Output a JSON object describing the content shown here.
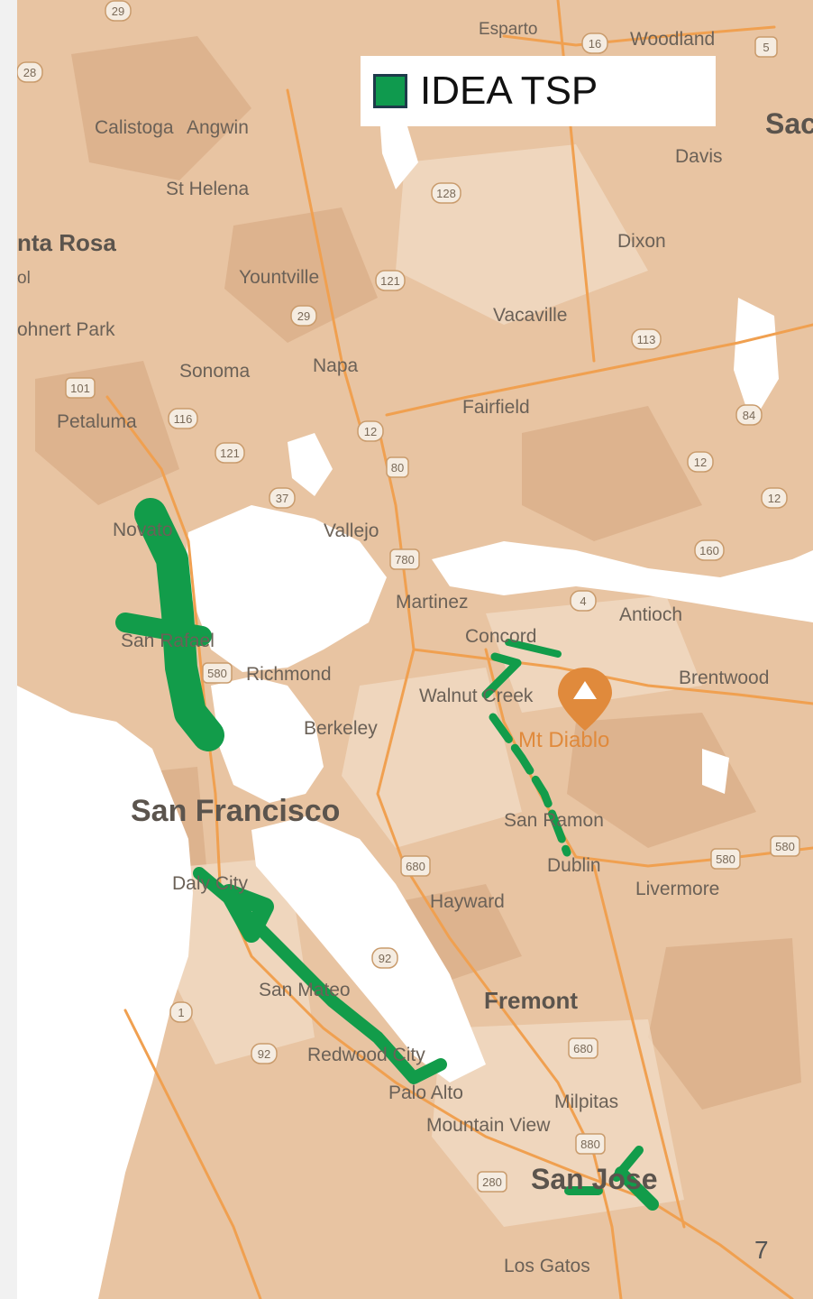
{
  "legend": {
    "label": "IDEA TSP",
    "swatch_color": "#0f9a4e"
  },
  "page_number": "7",
  "colors": {
    "land": "#e8c4a2",
    "water": "#ffffff",
    "highway": "#f0a050",
    "route": "#129c4a"
  },
  "places": {
    "esparto": "Esparto",
    "woodland": "Woodland",
    "sac": "Sac",
    "calistoga": "Calistoga",
    "angwin": "Angwin",
    "davis": "Davis",
    "st_helena": "St Helena",
    "santa_rosa": "nta Rosa",
    "ol": "ol",
    "dixon": "Dixon",
    "yountville": "Yountville",
    "vacaville": "Vacaville",
    "rohnert_park": "ohnert Park",
    "sonoma": "Sonoma",
    "napa": "Napa",
    "fairfield": "Fairfield",
    "petaluma": "Petaluma",
    "novato": "Novato",
    "vallejo": "Vallejo",
    "martinez": "Martinez",
    "antioch": "Antioch",
    "concord": "Concord",
    "san_rafael": "San Rafael",
    "richmond": "Richmond",
    "walnut_creek": "Walnut Creek",
    "brentwood": "Brentwood",
    "berkeley": "Berkeley",
    "mt_diablo": "Mt Diablo",
    "san_francisco": "San Francisco",
    "san_ramon": "San Ramon",
    "dublin": "Dublin",
    "daly_city": "Daly City",
    "livermore": "Livermore",
    "hayward": "Hayward",
    "san_mateo": "San Mateo",
    "fremont": "Fremont",
    "redwood_city": "Redwood City",
    "palo_alto": "Palo Alto",
    "milpitas": "Milpitas",
    "mountain_view": "Mountain View",
    "san_jose": "San Jose",
    "los_gatos": "Los Gatos"
  },
  "shields": [
    "29",
    "28",
    "16",
    "5",
    "128",
    "121",
    "29",
    "113",
    "101",
    "116",
    "12",
    "84",
    "121",
    "80",
    "12",
    "37",
    "12",
    "780",
    "160",
    "4",
    "580",
    "680",
    "580",
    "580",
    "92",
    "1",
    "92",
    "680",
    "880",
    "280"
  ]
}
